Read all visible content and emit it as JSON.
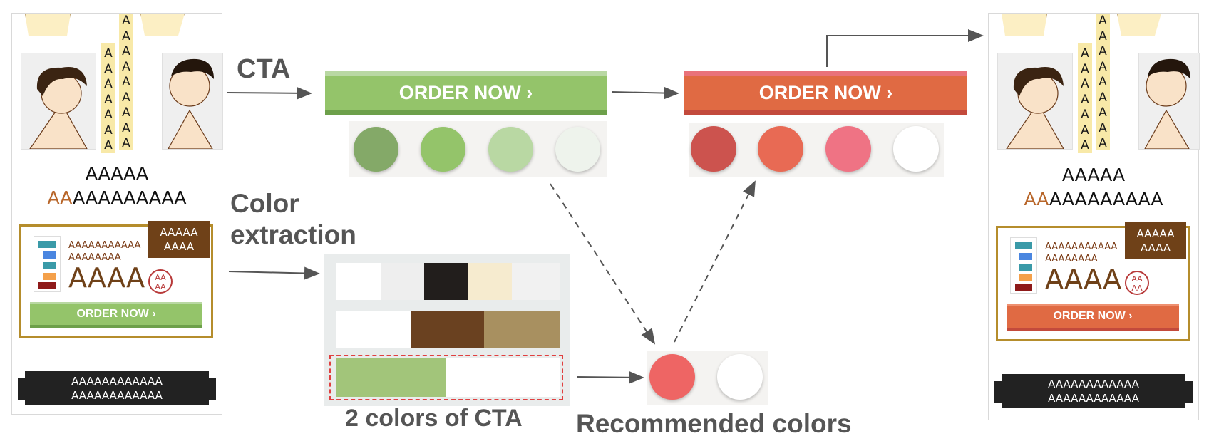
{
  "labels": {
    "cta": "CTA",
    "color_extraction_line1": "Color",
    "color_extraction_line2": "extraction",
    "two_colors": "2 colors of CTA",
    "recommended": "Recommended colors"
  },
  "poster": {
    "strip_a": "A",
    "title_line1": "AAAAA",
    "title_line2_accent": "AA",
    "title_line2_rest": "AAAAAAAAA",
    "tag_line1": "AAAAA",
    "tag_line2": "AAAA",
    "text_line1": "AAAAAAAAAAA",
    "text_line2": "AAAAAAAA",
    "big_text": "AAAA",
    "seal_line1": "AA",
    "seal_line2": "AA",
    "cta_label": "ORDER NOW  ›",
    "footer_line1": "AAAAAAAAAAAA",
    "footer_line2": "AAAAAAAAAAAA"
  },
  "cta_original": {
    "label": "ORDER NOW  ›",
    "color": "#94c46a",
    "palette": [
      "#84a968",
      "#94c46a",
      "#b9d8a3",
      "#eef3ec"
    ]
  },
  "cta_new": {
    "label": "ORDER NOW  ›",
    "color": "#e06a43",
    "palette": [
      "#cc534e",
      "#e86a54",
      "#ef7384",
      "#ffffff"
    ]
  },
  "extraction": {
    "rows": [
      [
        "#ffffff",
        "#eeeeee",
        "#221e1c",
        "#f6ebcf",
        "#f1f1f1"
      ],
      [
        "#ffffff",
        "#6a4120",
        "#a89060"
      ],
      [
        "#a2c57a",
        "#ffffff"
      ]
    ]
  },
  "recommended_colors": [
    "#ee6564",
    "#ffffff"
  ],
  "colors": {
    "label_gray": "#555555",
    "arrow_gray": "#555555",
    "highlight_red": "#e04040"
  }
}
